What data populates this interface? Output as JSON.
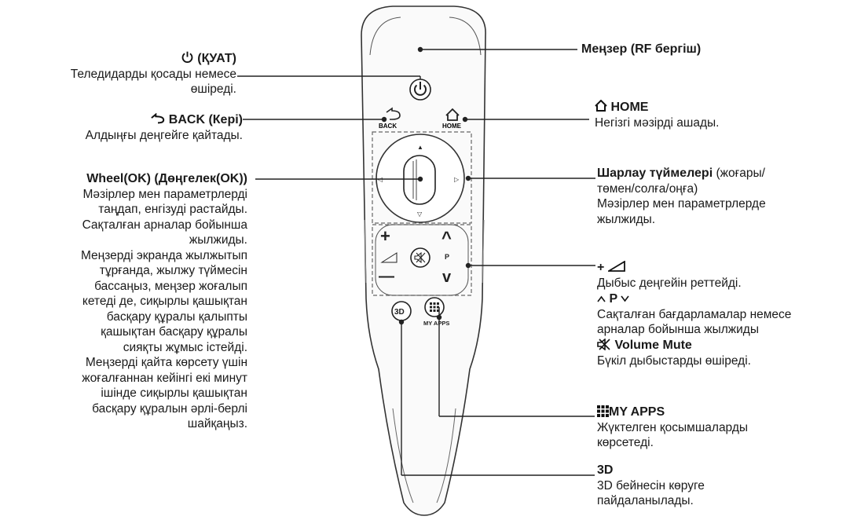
{
  "left": {
    "power": {
      "title": "(ҚУАТ)",
      "icon": "power-icon",
      "desc": "Теледидарды қосады немесе\nөшіреді."
    },
    "back": {
      "title": "BACK (Кері)",
      "icon": "back-arrow-icon",
      "desc": "Алдыңғы деңгейге қайтады."
    },
    "wheel": {
      "title": "Wheel(OK) (Дөңгелек(OK))",
      "desc": "Мәзірлер мен параметрлерді\nтаңдап, енгізуді растайды.\nСақталған арналар бойынша\nжылжиды.\nМеңзерді экранда жылжытып\nтұрғанда, жылжу түймесін\nбассаңыз, меңзер жоғалып\nкетеді де, сиқырлы қашықтан\nбасқару құралы қалыпты\nқашықтан басқару құралы\nсияқты жұмыс істейді.\nМеңзерді қайта көрсету үшін\nжоғалғаннан кейінгі екі минут\nішінде сиқырлы қашықтан\nбасқару құралын әрлі-берлі\nшайқаңыз."
    }
  },
  "right": {
    "pointer": {
      "title": "Меңзер (RF бергіш)"
    },
    "home": {
      "title": "HOME",
      "icon": "home-icon",
      "desc": "Негізгі мәзірді ашады."
    },
    "nav": {
      "title": "Шарлау түймелері",
      "title_rest": " (жоғары/",
      "desc": "төмен/солға/оңға)\nМәзірлер мен параметрлерде\nжылжиды."
    },
    "volume": {
      "title": "+",
      "icon": "volume-ramp-icon",
      "desc": "Дыбыс деңгейін реттейді."
    },
    "program": {
      "title": "P",
      "icon_up": "caret-up-icon",
      "icon_down": "caret-down-icon",
      "desc": "Сақталған бағдарламалар немесе\nарналар бойынша жылжиды"
    },
    "mute": {
      "title": "Volume Mute",
      "icon": "mute-icon",
      "desc": "Бүкіл дыбыстарды өшіреді."
    },
    "myapps": {
      "title": "MY APPS",
      "icon": "grid-icon",
      "desc": "Жүктелген қосымшаларды\nкөрсетеді."
    },
    "three_d": {
      "title": "3D",
      "desc": "3D бейнесін көруге\nпайдаланылады."
    }
  },
  "remote": {
    "back_label": "BACK",
    "home_label": "HOME",
    "p_label": "P",
    "three_d_label": "3D",
    "myapps_label": "MY APPS",
    "up_marker": "▲",
    "down_marker": "▽",
    "left_marker": "◁",
    "right_marker": "▷",
    "plus_label": "+",
    "minus_label": "—",
    "caret_up": "^",
    "caret_down": "v"
  }
}
